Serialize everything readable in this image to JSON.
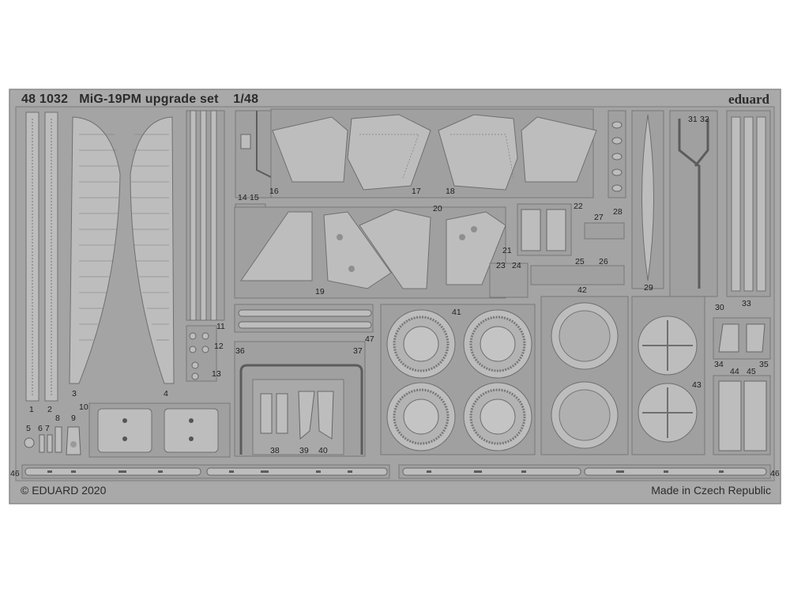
{
  "title": {
    "product_code": "48 1032",
    "product_name": "MiG-19PM upgrade set",
    "scale": "1/48"
  },
  "brand": "eduard",
  "copyright": "© EDUARD 2020",
  "origin": "Made in Czech Republic",
  "colors": {
    "fret": "#a9a9a9",
    "fret_edge": "#7d7d7d",
    "part": "#bdbdbd",
    "part_edge": "#6f6f6f",
    "detail": "#555555",
    "background": "#ffffff"
  },
  "part_numbers": [
    "1",
    "2",
    "3",
    "4",
    "5",
    "6",
    "7",
    "8",
    "9",
    "10",
    "11",
    "12",
    "13",
    "14",
    "15",
    "16",
    "17",
    "18",
    "19",
    "20",
    "21",
    "22",
    "23",
    "24",
    "25",
    "26",
    "27",
    "28",
    "29",
    "30",
    "31",
    "32",
    "33",
    "34",
    "35",
    "36",
    "37",
    "38",
    "39",
    "40",
    "41",
    "42",
    "43",
    "44",
    "45",
    "46",
    "46",
    "47"
  ]
}
